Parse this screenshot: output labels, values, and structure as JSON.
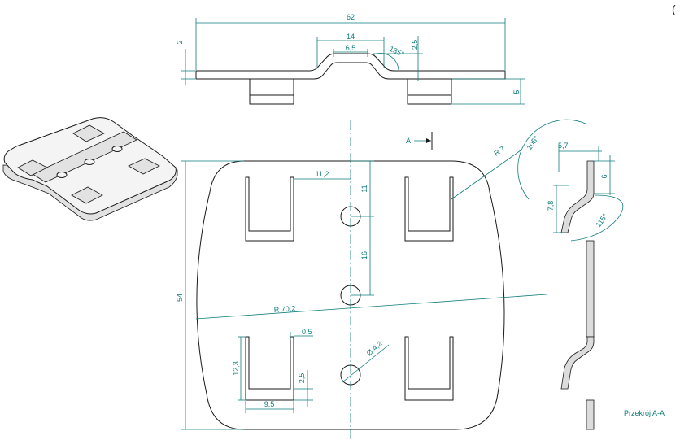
{
  "top_view": {
    "dim_width": "62",
    "dim_thickness": "2",
    "dim_bump_width": "14",
    "dim_bump_top": "6,5",
    "dim_bump_angle": "135°",
    "dim_bump_height": "2,5",
    "dim_tab_height": "5"
  },
  "front_view": {
    "section_marker": "A",
    "dim_radius_corner": "R 7",
    "dim_slot_offset": "11,2",
    "dim_hole_offset": "11",
    "dim_hole_spacing": "16",
    "dim_height": "54",
    "dim_side_radius": "R 70,2",
    "dim_slot_wall": "0,5",
    "dim_slot_height": "12,3",
    "dim_slot_depth": "2,5",
    "dim_slot_width": "9,5",
    "dim_hole_diameter": "Ø 4,2"
  },
  "section_view": {
    "label": "Przekrój A-A",
    "dim_angle_top": "105°",
    "dim_offset": "5,7",
    "dim_depth": "6",
    "dim_height": "7,8",
    "dim_angle_bottom": "115°"
  },
  "corner_mark": "("
}
